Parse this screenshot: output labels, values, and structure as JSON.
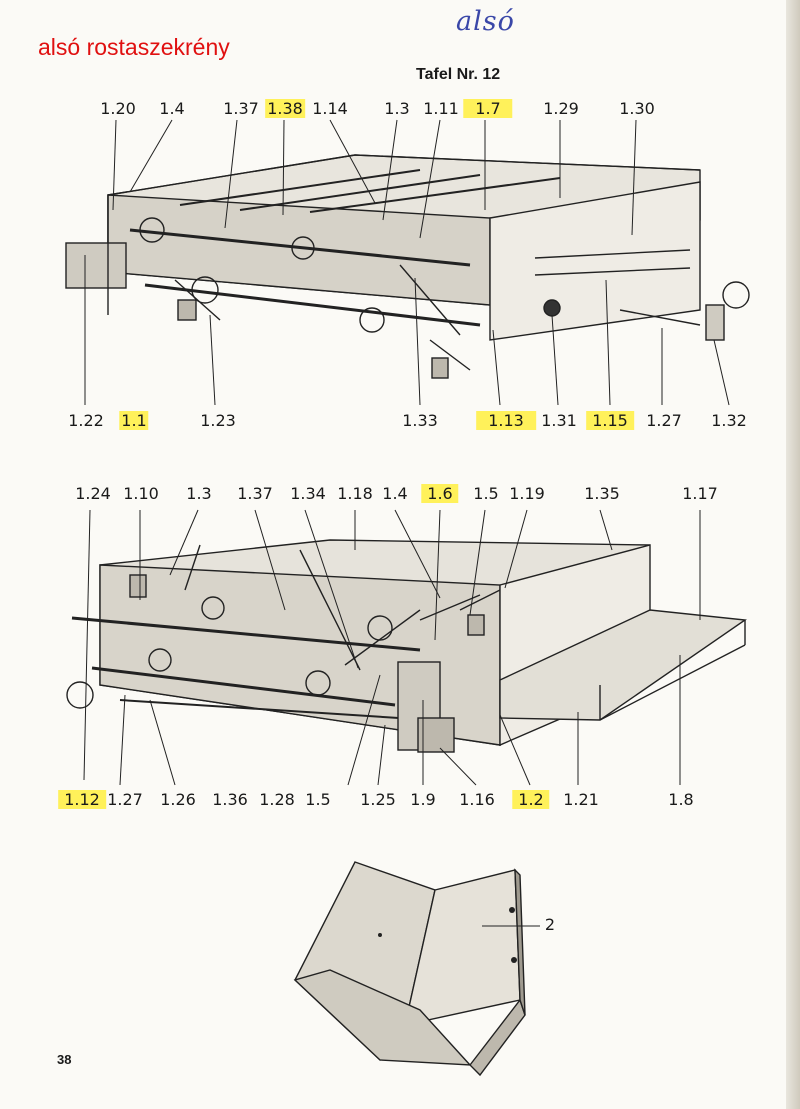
{
  "header": {
    "section_title": "alsó rostaszekrény",
    "handwritten_note": "alsó",
    "plate_title": "Tafel Nr. 12"
  },
  "figure1": {
    "top_labels": [
      "1.20",
      "1.4",
      "1.37",
      "1.38",
      "1.14",
      "1.3",
      "1.11",
      "1.7",
      "1.29",
      "1.30"
    ],
    "bottom_labels": [
      "1.22",
      "1.1",
      "1.23",
      "1.33",
      "1.13",
      "1.31",
      "1.15",
      "1.27",
      "1.32"
    ],
    "highlighted": [
      "1.38",
      "1.7",
      "1.1",
      "1.13",
      "1.15"
    ]
  },
  "figure2": {
    "top_labels": [
      "1.24",
      "1.10",
      "1.3",
      "1.37",
      "1.34",
      "1.18",
      "1.4",
      "1.6",
      "1.5",
      "1.19",
      "1.35",
      "1.17"
    ],
    "bottom_labels": [
      "1.12",
      "1.27",
      "1.26",
      "1.36",
      "1.28",
      "1.5",
      "1.25",
      "1.9",
      "1.16",
      "1.2",
      "1.21",
      "1.8"
    ],
    "highlighted": [
      "1.6",
      "1.12",
      "1.2"
    ]
  },
  "figure3": {
    "label": "2"
  },
  "page_number": "38",
  "colors": {
    "highlight": "#fff15a",
    "title_red": "#e01010",
    "handwriting": "#3a47a8"
  }
}
